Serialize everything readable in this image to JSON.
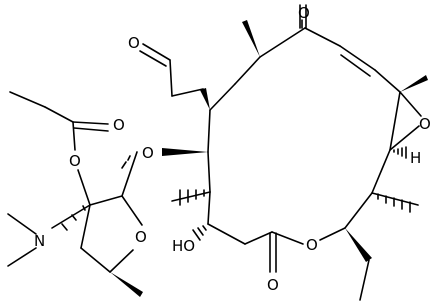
{
  "atom_labels": {
    "aldehyde_o": "O",
    "ketone_o": "O",
    "epoxide_o": "O",
    "epoxide_h": "H",
    "ester_carbonyl_o": "O",
    "ester_ether_o": "O",
    "glycoside_o": "O",
    "sugar_ring_o": "O",
    "propionate_carbonyl_o": "O",
    "propionate_ether_o": "O",
    "amine_n": "N",
    "hydroxyl": "HO",
    "lactone_ring_o": "O"
  }
}
